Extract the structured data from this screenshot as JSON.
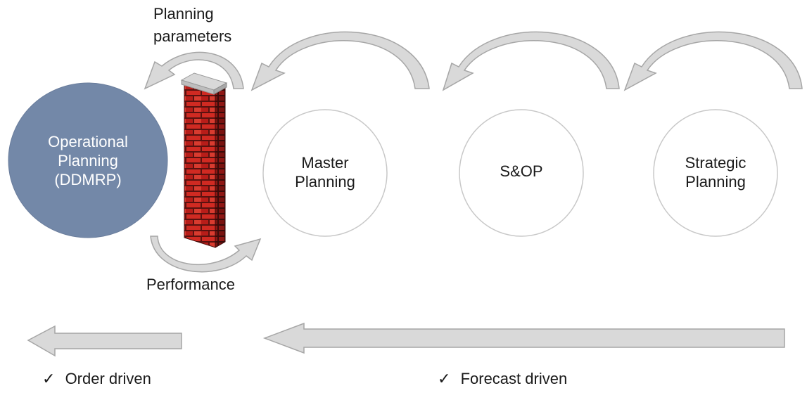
{
  "labels": {
    "planning_parameters_line1": "Planning",
    "planning_parameters_line2": "parameters",
    "performance": "Performance"
  },
  "nodes": {
    "operational": {
      "line1": "Operational",
      "line2": "Planning",
      "line3": "(DDMRP)"
    },
    "master": {
      "line1": "Master",
      "line2": "Planning"
    },
    "sop": {
      "line1": "S&OP"
    },
    "strategic": {
      "line1": "Strategic",
      "line2": "Planning"
    }
  },
  "footer": {
    "check_mark": "✓",
    "order_driven": "Order driven",
    "forecast_driven": "Forecast driven"
  },
  "colors": {
    "operational_fill": "#7388a8",
    "circle_fill": "#ffffff",
    "circle_stroke": "#c8c8c8",
    "arrow_fill": "#d9d9d9",
    "arrow_stroke": "#a6a6a6",
    "brick": "#c8201c",
    "mortar": "#5a1210"
  }
}
